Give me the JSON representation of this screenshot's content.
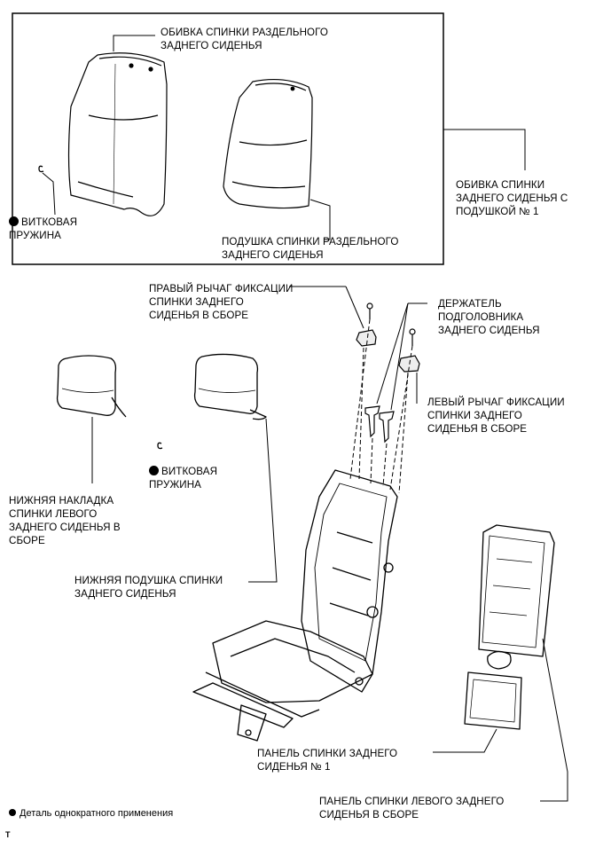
{
  "labels": {
    "trim_split": "ОБИВКА СПИНКИ РАЗДЕЛЬНОГО\nЗАДНЕГО СИДЕНЬЯ",
    "spring_top": "ВИТКОВАЯ\nПРУЖИНА",
    "pad_split": "ПОДУШКА СПИНКИ РАЗДЕЛЬНОГО\nЗАДНЕГО СИДЕНЬЯ",
    "trim_pad_no1": "ОБИВКА СПИНКИ\nЗАДНЕГО СИДЕНЬЯ С\nПОДУШКОЙ № 1",
    "right_lever": "ПРАВЫЙ РЫЧАГ ФИКСАЦИИ\nСПИНКИ ЗАДНЕГО\nСИДЕНЬЯ В СБОРЕ",
    "headrest_holder": "ДЕРЖАТЕЛЬ\nПОДГОЛОВНИКА\nЗАДНЕГО СИДЕНЬЯ",
    "left_lever": "ЛЕВЫЙ РЫЧАГ ФИКСАЦИИ\nСПИНКИ ЗАДНЕГО\nСИДЕНЬЯ В СБОРЕ",
    "spring_mid": "ВИТКОВАЯ\nПРУЖИНА",
    "lower_cover": "НИЖНЯЯ НАКЛАДКА\nСПИНКИ ЛЕВОГО\nЗАДНЕГО СИДЕНЬЯ В\nСБОРЕ",
    "lower_pad": "НИЖНЯЯ ПОДУШКА СПИНКИ\nЗАДНЕГО СИДЕНЬЯ",
    "panel_no1": "ПАНЕЛЬ СПИНКИ ЗАДНЕГО\nСИДЕНЬЯ № 1",
    "panel_left": "ПАНЕЛЬ СПИНКИ ЛЕВОГО ЗАДНЕГО\nСИДЕНЬЯ В СБОРЕ"
  },
  "legend": "Деталь однократного применения",
  "corner_mark": "T"
}
